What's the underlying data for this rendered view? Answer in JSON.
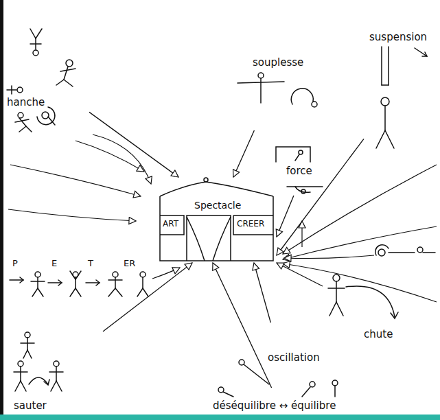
{
  "diagram": {
    "nodes": [
      {
        "text": [
          "Spectacle",
          "ART",
          "CREER"
        ]
      },
      {
        "text": [
          "hanche"
        ]
      },
      {
        "text": [
          "souplesse"
        ]
      },
      {
        "text": [
          "suspension"
        ]
      },
      {
        "text": [
          "force"
        ]
      },
      {
        "text": [
          "chute"
        ]
      },
      {
        "text": [
          "oscillation"
        ]
      },
      {
        "text": [
          "déséquilibre ↔ équilibre"
        ]
      },
      {
        "text": [
          "sauter"
        ]
      }
    ],
    "edges": [
      {
        "from": 1,
        "to": 0,
        "arrow": "to"
      },
      {
        "from": 2,
        "to": 0,
        "arrow": "to"
      },
      {
        "from": 3,
        "to": 0,
        "arrow": "to"
      },
      {
        "from": 4,
        "to": 0,
        "arrow": "to"
      },
      {
        "from": 5,
        "to": 0,
        "arrow": "to"
      },
      {
        "from": 6,
        "to": 0,
        "arrow": "to"
      },
      {
        "from": 7,
        "to": 0,
        "arrow": "to"
      },
      {
        "from": 8,
        "to": 0,
        "arrow": "to"
      }
    ],
    "labels": [
      "P",
      "E",
      "T",
      "ER"
    ]
  }
}
